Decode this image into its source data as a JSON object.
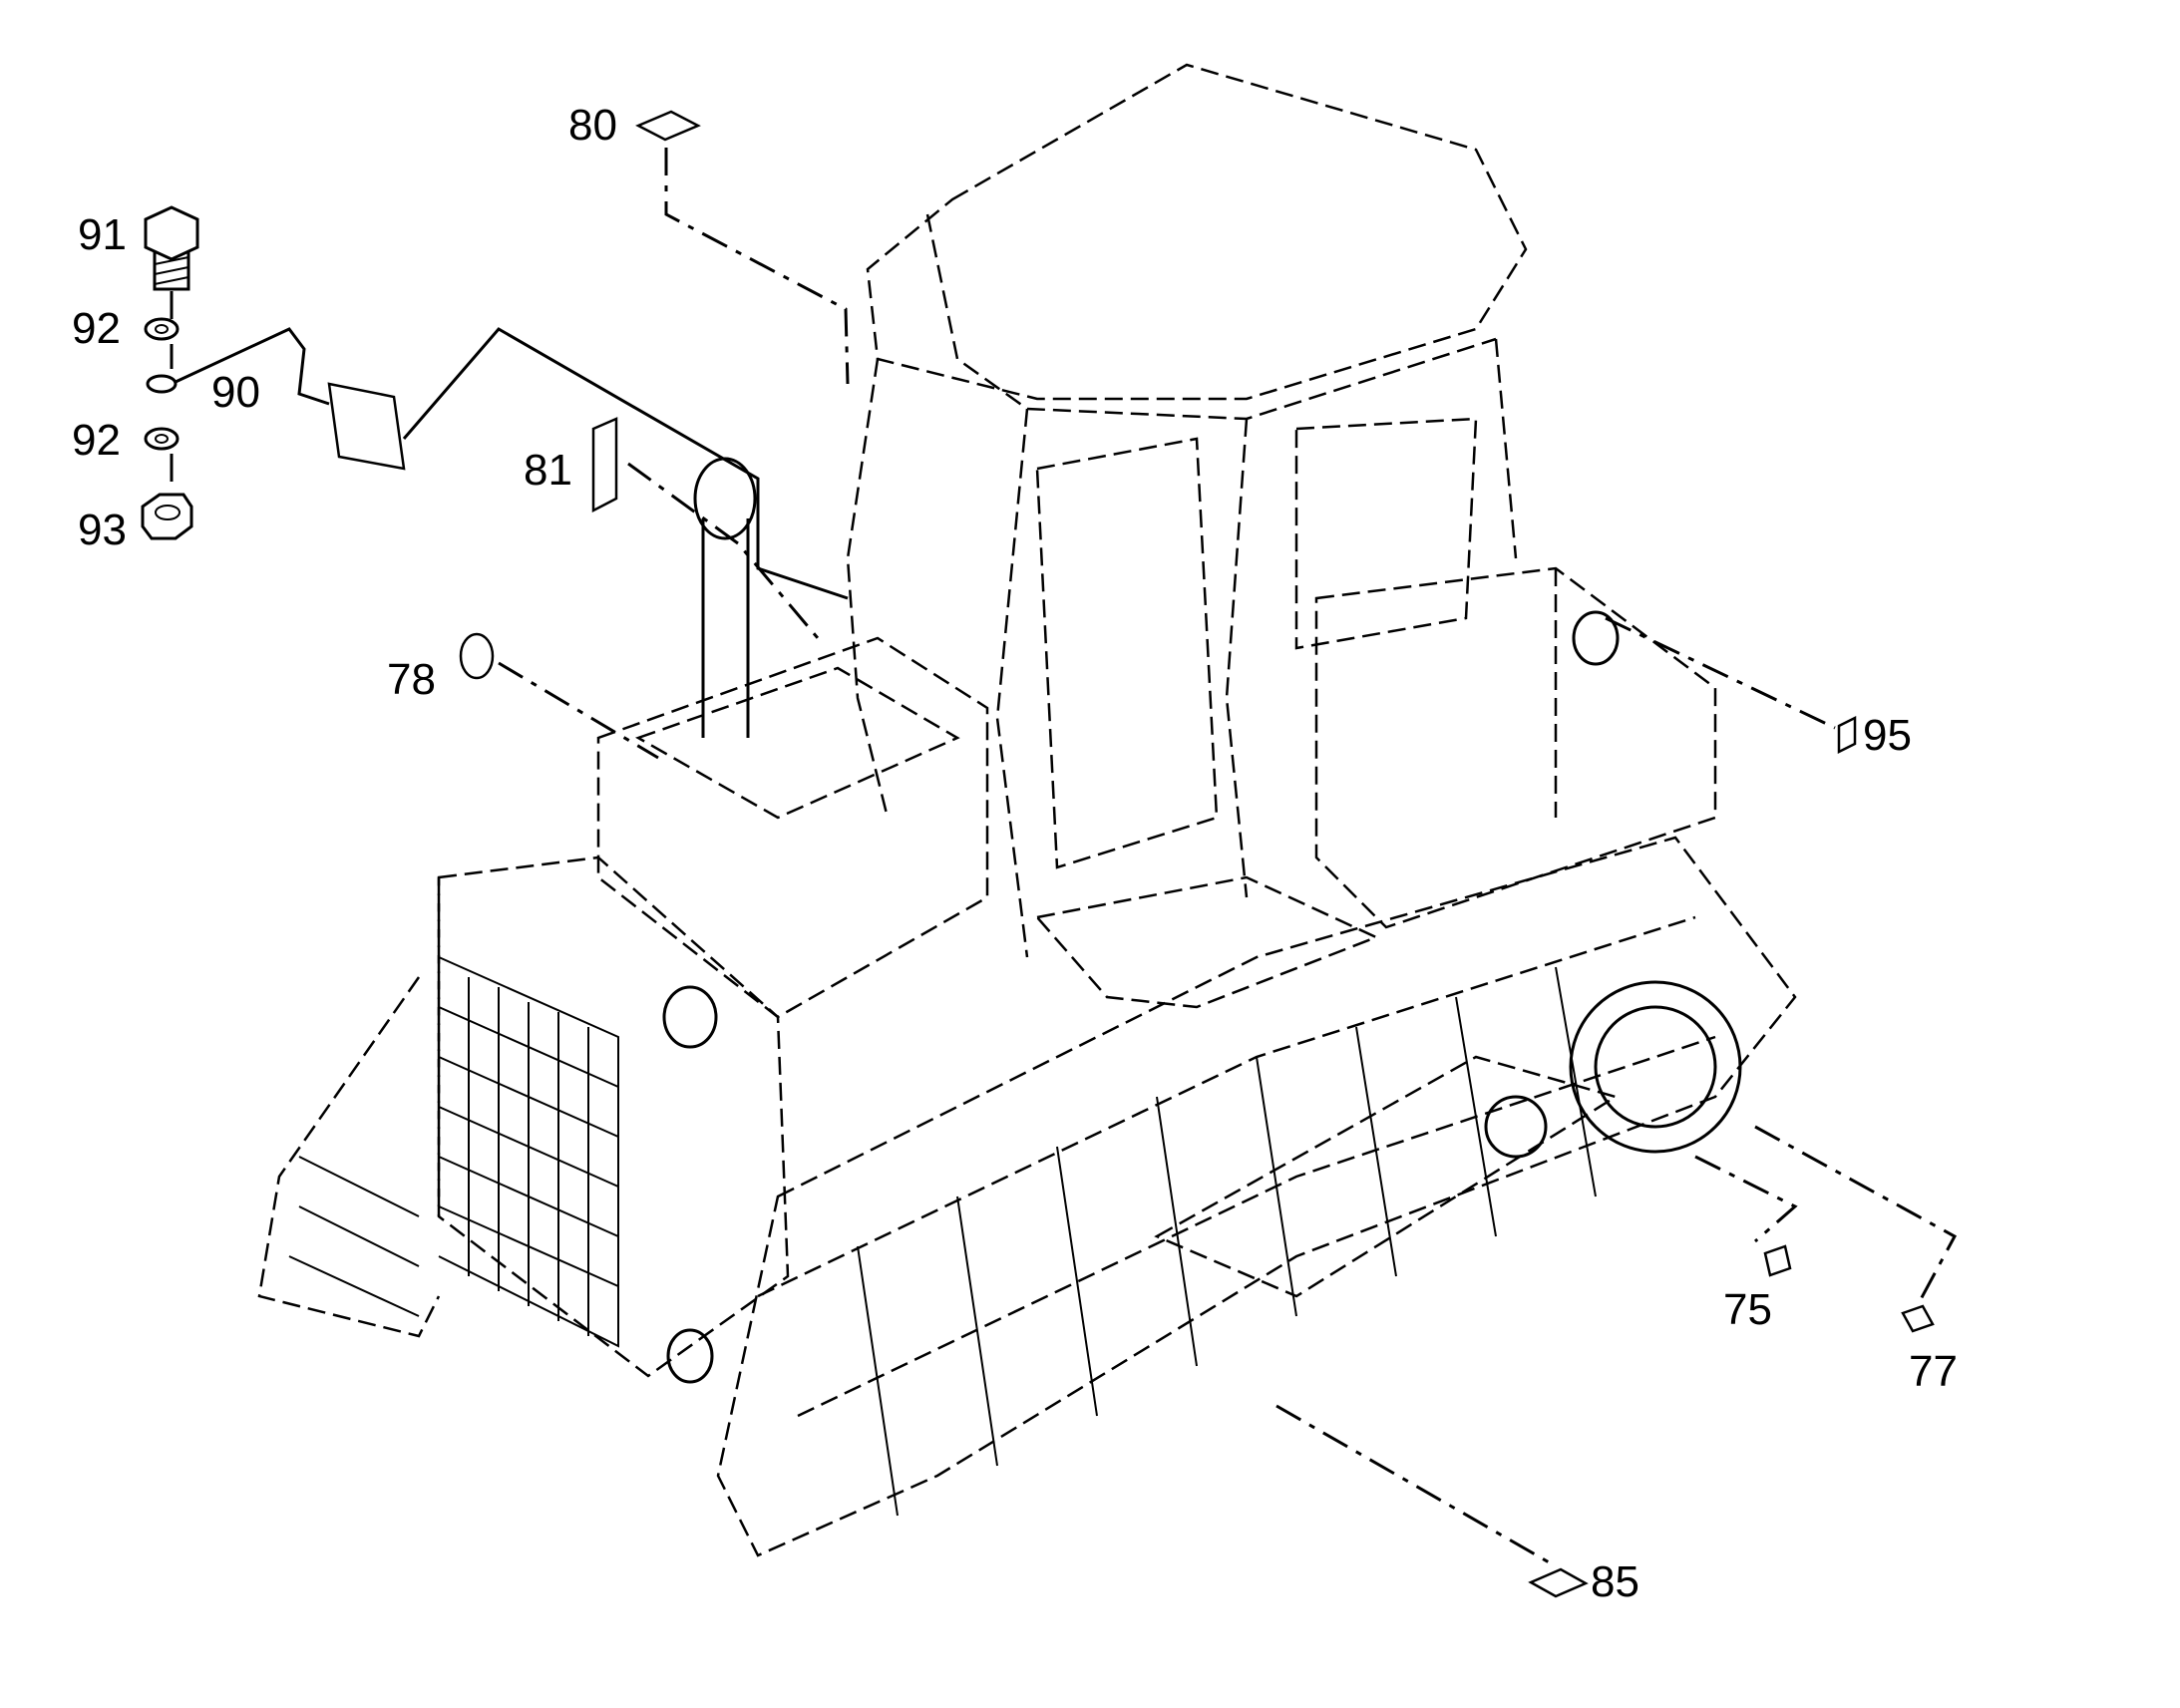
{
  "callouts": {
    "c80": "80",
    "c91": "91",
    "c92a": "92",
    "c90": "90",
    "c92b": "92",
    "c93": "93",
    "c81": "81",
    "c78": "78",
    "c95": "95",
    "c75": "75",
    "c77": "77",
    "c85": "85"
  }
}
